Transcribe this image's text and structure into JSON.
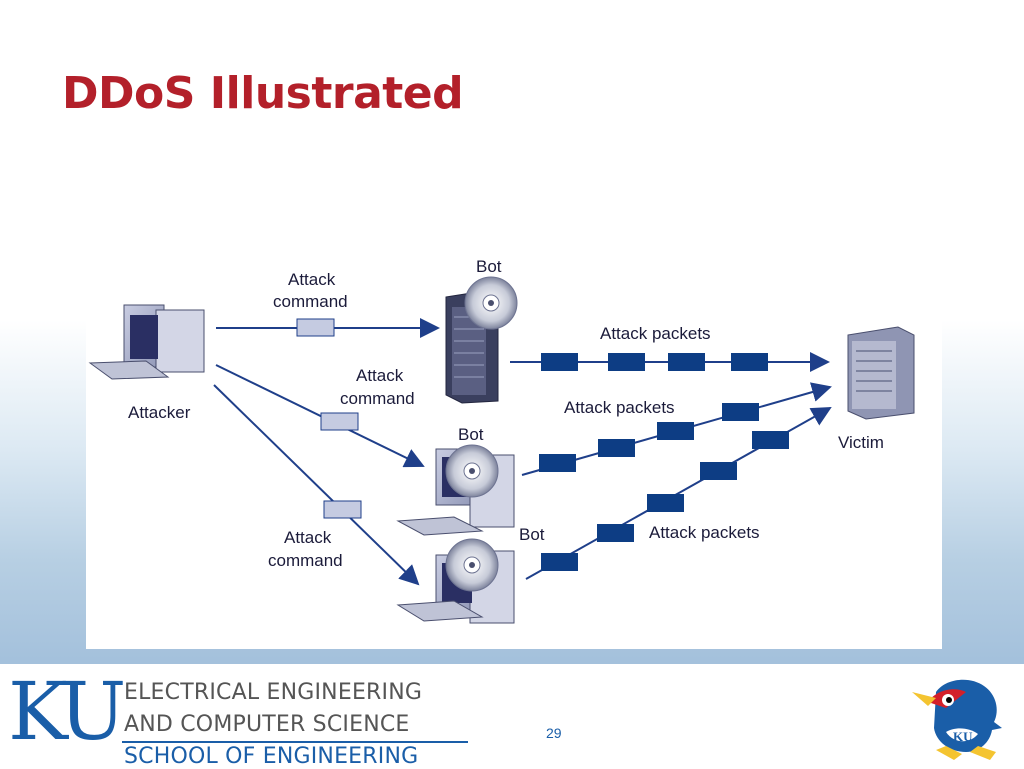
{
  "title": "DDoS Illustrated",
  "diagram": {
    "attacker": "Attacker",
    "victim": "Victim",
    "bot": "Bot",
    "attack_command_line1": "Attack",
    "attack_command_line2": "command",
    "attack_packets": "Attack packets"
  },
  "footer": {
    "logo_letters": "KU",
    "line1": "ELECTRICAL ENGINEERING",
    "line2": "AND COMPUTER SCIENCE",
    "line3": "SCHOOL OF ENGINEERING",
    "page_number": "29"
  },
  "colors": {
    "title": "#b3202a",
    "packet_fill": "#0d3d84",
    "arrow": "#1f3f8a",
    "ku_blue": "#1a5ea8"
  }
}
